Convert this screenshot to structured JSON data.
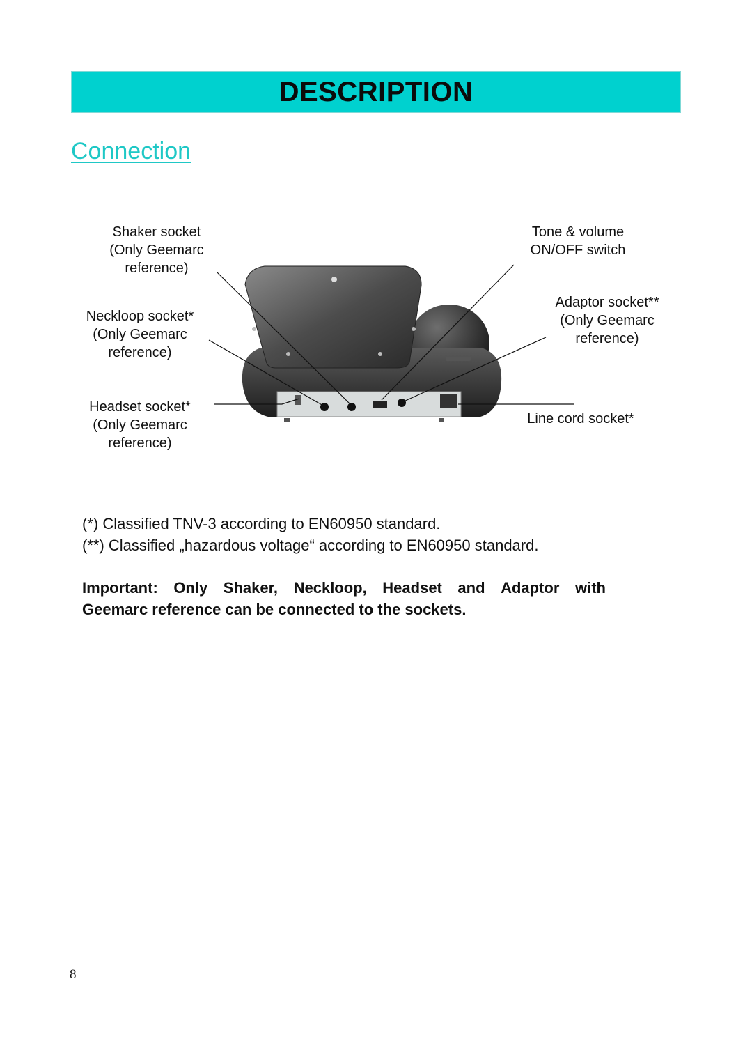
{
  "header": {
    "title": "DESCRIPTION"
  },
  "section": {
    "title": "Connection"
  },
  "labels": {
    "shaker": {
      "line1": "Shaker socket",
      "line2": "(Only Geemarc",
      "line3": "reference)"
    },
    "neckloop": {
      "line1": "Neckloop socket*",
      "line2": "(Only Geemarc",
      "line3": "reference)"
    },
    "headset": {
      "line1": "Headset socket*",
      "line2": "(Only Geemarc",
      "line3": "reference)"
    },
    "tone": {
      "line1": "Tone & volume",
      "line2": "ON/OFF switch"
    },
    "adaptor": {
      "line1": "Adaptor socket**",
      "line2": "(Only Geemarc",
      "line3": "reference)"
    },
    "linecord": {
      "line1": "Line cord socket*"
    }
  },
  "notes": {
    "note1": "(*) Classified TNV-3 according to EN60950 standard.",
    "note2": "(**) Classified „hazardous voltage“ according to EN60950 standard."
  },
  "important": {
    "words_line1": [
      "Important:",
      "Only",
      "Shaker,",
      "Neckloop,",
      "Headset",
      "and",
      "Adaptor",
      "with"
    ],
    "line2": "Geemarc reference can be connected to the sockets."
  },
  "page": {
    "number": "8"
  },
  "colors": {
    "banner": "#00d1cf",
    "section_title": "#1fc8c6",
    "phone_body": "#3a3a3a",
    "panel": "#d8dcdc"
  },
  "icons": {
    "phone": "telephone-rear-view-illustration"
  }
}
